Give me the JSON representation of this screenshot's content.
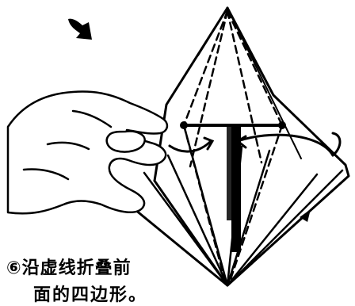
{
  "instruction": {
    "step_marker": "⑥",
    "line1": "沿虚线折叠前",
    "line2": "面的四边形。"
  },
  "colors": {
    "ink": "#000000",
    "paper": "#ffffff"
  }
}
